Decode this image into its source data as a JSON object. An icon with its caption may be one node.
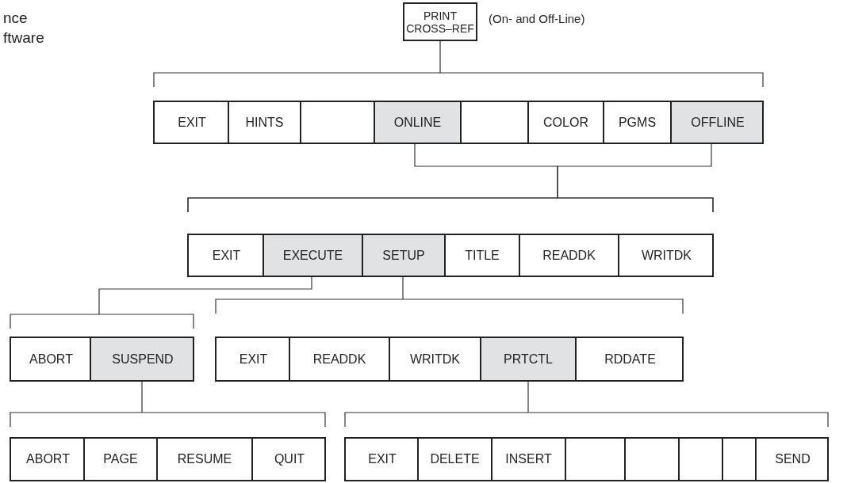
{
  "diagram": {
    "nodes": [
      {
        "text": [
          "PRINT CROSS–REF"
        ],
        "beside": [
          "(On- and Off-Line)"
        ]
      },
      {
        "text": [],
        "shape": "box"
      },
      {
        "text": [
          "EXIT"
        ],
        "in": 1
      },
      {
        "text": [
          "HINTS"
        ],
        "in": 1
      },
      {
        "text": [],
        "shape": "box",
        "in": 1
      },
      {
        "text": [
          "ONLINE"
        ],
        "in": 1
      },
      {
        "text": [],
        "shape": "box",
        "in": 1
      },
      {
        "text": [
          "COLOR"
        ],
        "in": 1
      },
      {
        "text": [
          "PGMS"
        ],
        "in": 1
      },
      {
        "text": [
          "OFFLINE"
        ],
        "in": 1
      },
      {
        "text": [],
        "shape": "box"
      },
      {
        "text": [
          "EXIT"
        ],
        "in": 10
      },
      {
        "text": [
          "EXECUTE"
        ],
        "in": 10
      },
      {
        "text": [
          "SETUP"
        ],
        "in": 10
      },
      {
        "text": [
          "TITLE"
        ],
        "in": 10
      },
      {
        "text": [
          "READDK"
        ],
        "in": 10
      },
      {
        "text": [
          "WRITDK"
        ],
        "in": 10
      },
      {
        "text": [],
        "shape": "box"
      },
      {
        "text": [
          "ABORT"
        ],
        "in": 17
      },
      {
        "text": [
          "SUSPEND"
        ],
        "in": 17
      },
      {
        "text": [],
        "shape": "box"
      },
      {
        "text": [
          "EXIT"
        ],
        "in": 20
      },
      {
        "text": [
          "READDK"
        ],
        "in": 20
      },
      {
        "text": [
          "WRITDK"
        ],
        "in": 20
      },
      {
        "text": [
          "PRTCTL"
        ],
        "in": 20
      },
      {
        "text": [
          "RDDATE"
        ],
        "in": 20
      },
      {
        "text": [],
        "shape": "box"
      },
      {
        "text": [
          "ABORT"
        ],
        "in": 26
      },
      {
        "text": [
          "PAGE"
        ],
        "in": 26
      },
      {
        "text": [
          "RESUME"
        ],
        "in": 26
      },
      {
        "text": [
          "QUIT"
        ],
        "in": 26
      },
      {
        "text": [],
        "shape": "box"
      },
      {
        "text": [
          "EXIT"
        ],
        "in": 31
      },
      {
        "text": [
          "DELETE"
        ],
        "in": 31
      },
      {
        "text": [
          "INSERT"
        ],
        "in": 31
      },
      {
        "text": [],
        "shape": "box",
        "in": 31
      },
      {
        "text": [],
        "shape": "box",
        "in": 31
      },
      {
        "text": [],
        "shape": "box",
        "in": 31
      },
      {
        "text": [],
        "shape": "box",
        "in": 31
      },
      {
        "text": [
          "SEND"
        ],
        "in": 31
      }
    ],
    "edges": [
      {
        "from": 0,
        "to": 1,
        "arrow": "none"
      },
      {
        "from": 5,
        "to": 10,
        "arrow": "none"
      },
      {
        "from": 9,
        "to": 10,
        "arrow": "none"
      },
      {
        "from": 12,
        "to": 17,
        "arrow": "none"
      },
      {
        "from": 13,
        "to": 20,
        "arrow": "none"
      },
      {
        "from": 19,
        "to": 26,
        "arrow": "none"
      },
      {
        "from": 24,
        "to": 31,
        "arrow": "none"
      }
    ],
    "labels": [
      "nce",
      "ftware"
    ]
  }
}
